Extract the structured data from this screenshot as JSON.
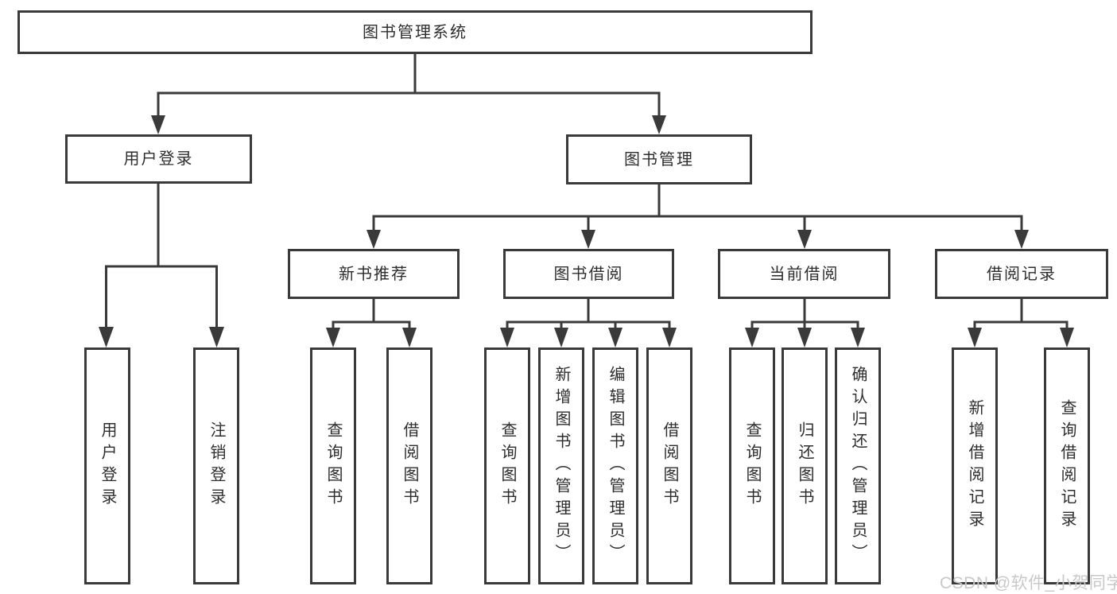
{
  "diagram": {
    "root": {
      "label": "图书管理系统"
    },
    "branches": [
      {
        "label": "用户登录",
        "children": [
          {
            "label": "用户登录"
          },
          {
            "label": "注销登录"
          }
        ]
      },
      {
        "label": "图书管理",
        "children": [
          {
            "label": "新书推荐",
            "children": [
              {
                "label": "查询图书"
              },
              {
                "label": "借阅图书"
              }
            ]
          },
          {
            "label": "图书借阅",
            "children": [
              {
                "label": "查询图书"
              },
              {
                "label": "新增图书（管理员）"
              },
              {
                "label": "编辑图书（管理员）"
              },
              {
                "label": "借阅图书"
              }
            ]
          },
          {
            "label": "当前借阅",
            "children": [
              {
                "label": "查询图书"
              },
              {
                "label": "归还图书"
              },
              {
                "label": "确认归还（管理员）"
              }
            ]
          },
          {
            "label": "借阅记录",
            "children": [
              {
                "label": "新增借阅记录"
              },
              {
                "label": "查询借阅记录"
              }
            ]
          }
        ]
      }
    ]
  },
  "watermark": {
    "text": "CSDN @软件_小贺同学"
  },
  "colors": {
    "line": "#3a3a3a",
    "box_border": "#3a3a3a",
    "text": "#2d2d2d",
    "watermark": "#c8c8c8",
    "background": "#ffffff"
  }
}
